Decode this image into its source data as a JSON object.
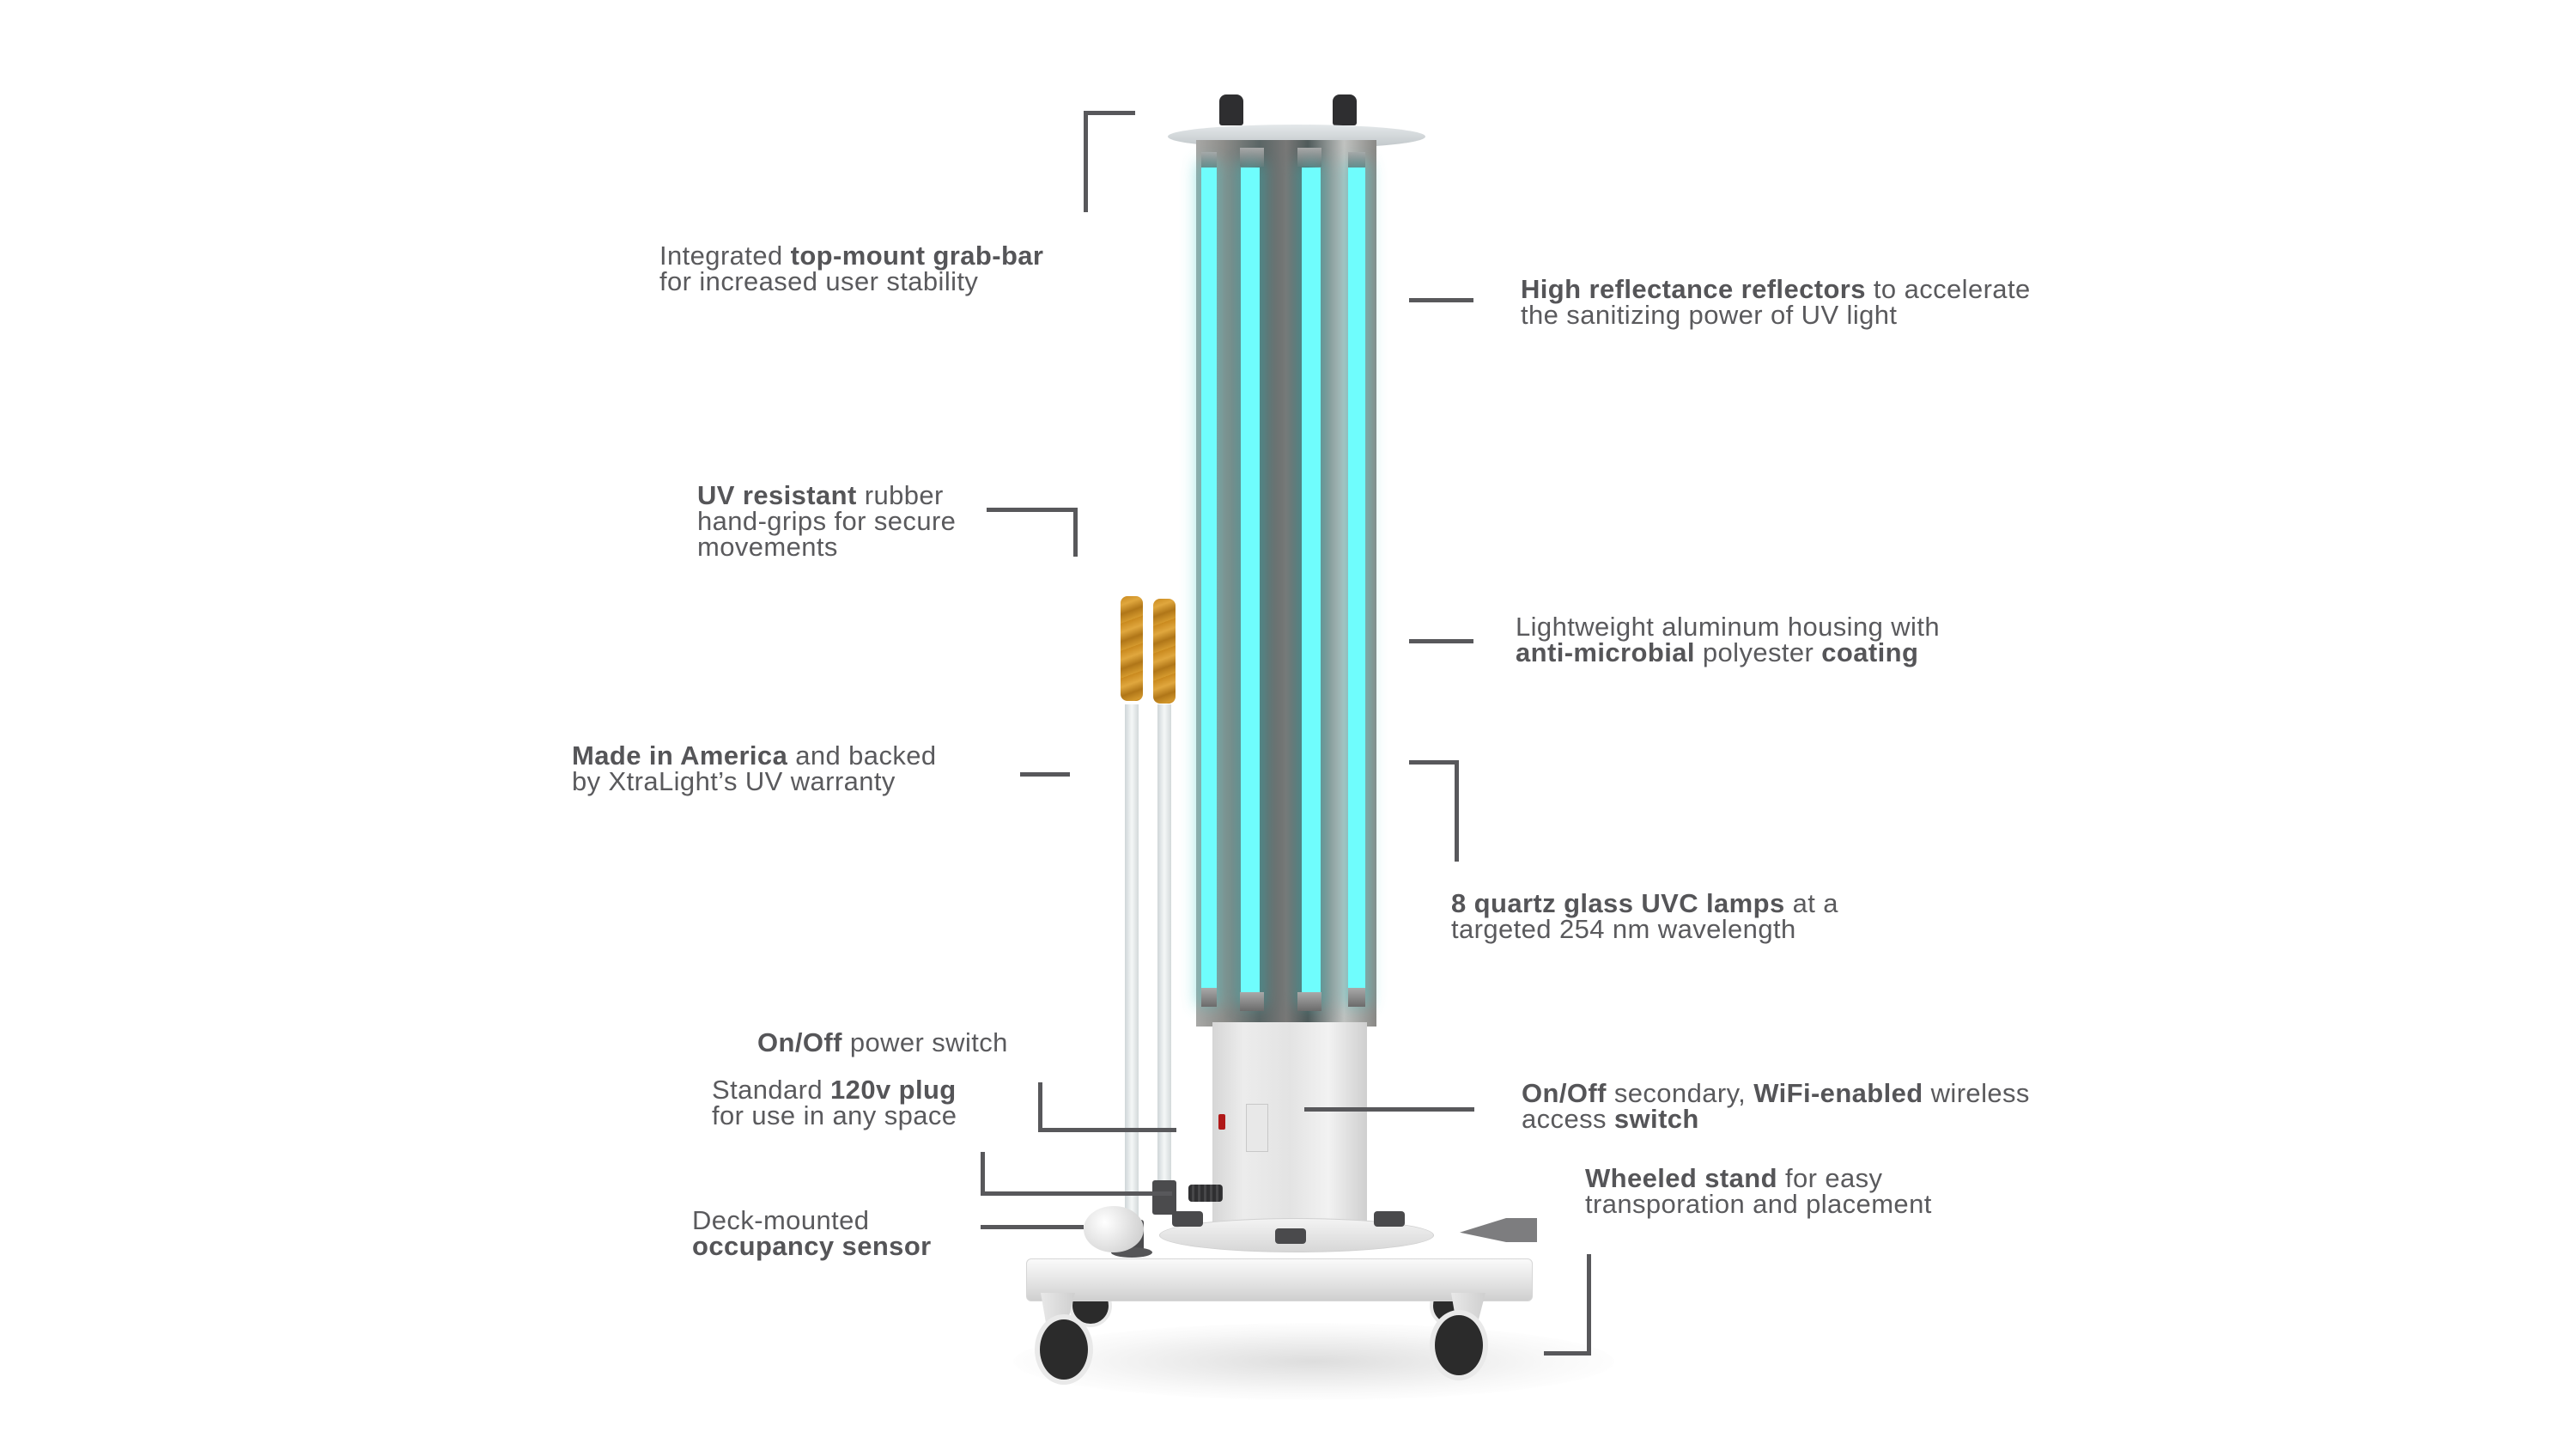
{
  "colors": {
    "text": "#5a5a5d",
    "callout_line": "#58585b",
    "uv_lamp": "#6ffdfd",
    "grip": "#d59a2e",
    "background": "#ffffff"
  },
  "product": {
    "name": "UVC disinfection tower",
    "lamp_count": 8
  },
  "callouts": [
    {
      "id": "grab-bar",
      "line1": [
        {
          "t": "Integrated ",
          "b": false
        },
        {
          "t": "top-mount grab-bar",
          "b": true
        }
      ],
      "line2": [
        {
          "t": "for increased user stability",
          "b": false
        }
      ]
    },
    {
      "id": "reflectors",
      "line1": [
        {
          "t": "High reflectance reflectors",
          "b": true
        },
        {
          "t": " to accelerate",
          "b": false
        }
      ],
      "line2": [
        {
          "t": "the sanitizing power of UV light",
          "b": false
        }
      ]
    },
    {
      "id": "hand-grips",
      "line1": [
        {
          "t": "UV resistant",
          "b": true
        },
        {
          "t": " rubber",
          "b": false
        }
      ],
      "line2": [
        {
          "t": "hand-grips for secure",
          "b": false
        }
      ],
      "line3": [
        {
          "t": "movements",
          "b": false
        }
      ]
    },
    {
      "id": "housing",
      "line1": [
        {
          "t": "Lightweight aluminum housing with",
          "b": false
        }
      ],
      "line2": [
        {
          "t": "anti-microbial",
          "b": true
        },
        {
          "t": " polyester ",
          "b": false
        },
        {
          "t": "coating",
          "b": true
        }
      ]
    },
    {
      "id": "made-in-america",
      "line1": [
        {
          "t": "Made in America",
          "b": true
        },
        {
          "t": " and backed",
          "b": false
        }
      ],
      "line2": [
        {
          "t": "by XtraLight’s UV warranty",
          "b": false
        }
      ]
    },
    {
      "id": "uvc-lamps",
      "line1": [
        {
          "t": "8 quartz glass UVC lamps",
          "b": true
        },
        {
          "t": " at a",
          "b": false
        }
      ],
      "line2": [
        {
          "t": "targeted 254 nm wavelength",
          "b": false
        }
      ]
    },
    {
      "id": "power-switch",
      "line1": [
        {
          "t": "On/Off",
          "b": true
        },
        {
          "t": " power switch",
          "b": false
        }
      ]
    },
    {
      "id": "plug",
      "line1": [
        {
          "t": "Standard ",
          "b": false
        },
        {
          "t": "120v plug",
          "b": true
        }
      ],
      "line2": [
        {
          "t": "for use in any space",
          "b": false
        }
      ]
    },
    {
      "id": "wifi-switch",
      "line1": [
        {
          "t": "On/Off",
          "b": true
        },
        {
          "t": " secondary, ",
          "b": false
        },
        {
          "t": "WiFi-enabled",
          "b": true
        },
        {
          "t": " wireless",
          "b": false
        }
      ],
      "line2": [
        {
          "t": "access ",
          "b": false
        },
        {
          "t": "switch",
          "b": true
        }
      ]
    },
    {
      "id": "wheeled-stand",
      "line1": [
        {
          "t": "Wheeled stand",
          "b": true
        },
        {
          "t": " for easy",
          "b": false
        }
      ],
      "line2": [
        {
          "t": "transporation and placement",
          "b": false
        }
      ]
    },
    {
      "id": "occupancy-sensor",
      "line1": [
        {
          "t": "Deck-mounted",
          "b": false
        }
      ],
      "line2": [
        {
          "t": "occupancy sensor",
          "b": true
        }
      ]
    }
  ]
}
